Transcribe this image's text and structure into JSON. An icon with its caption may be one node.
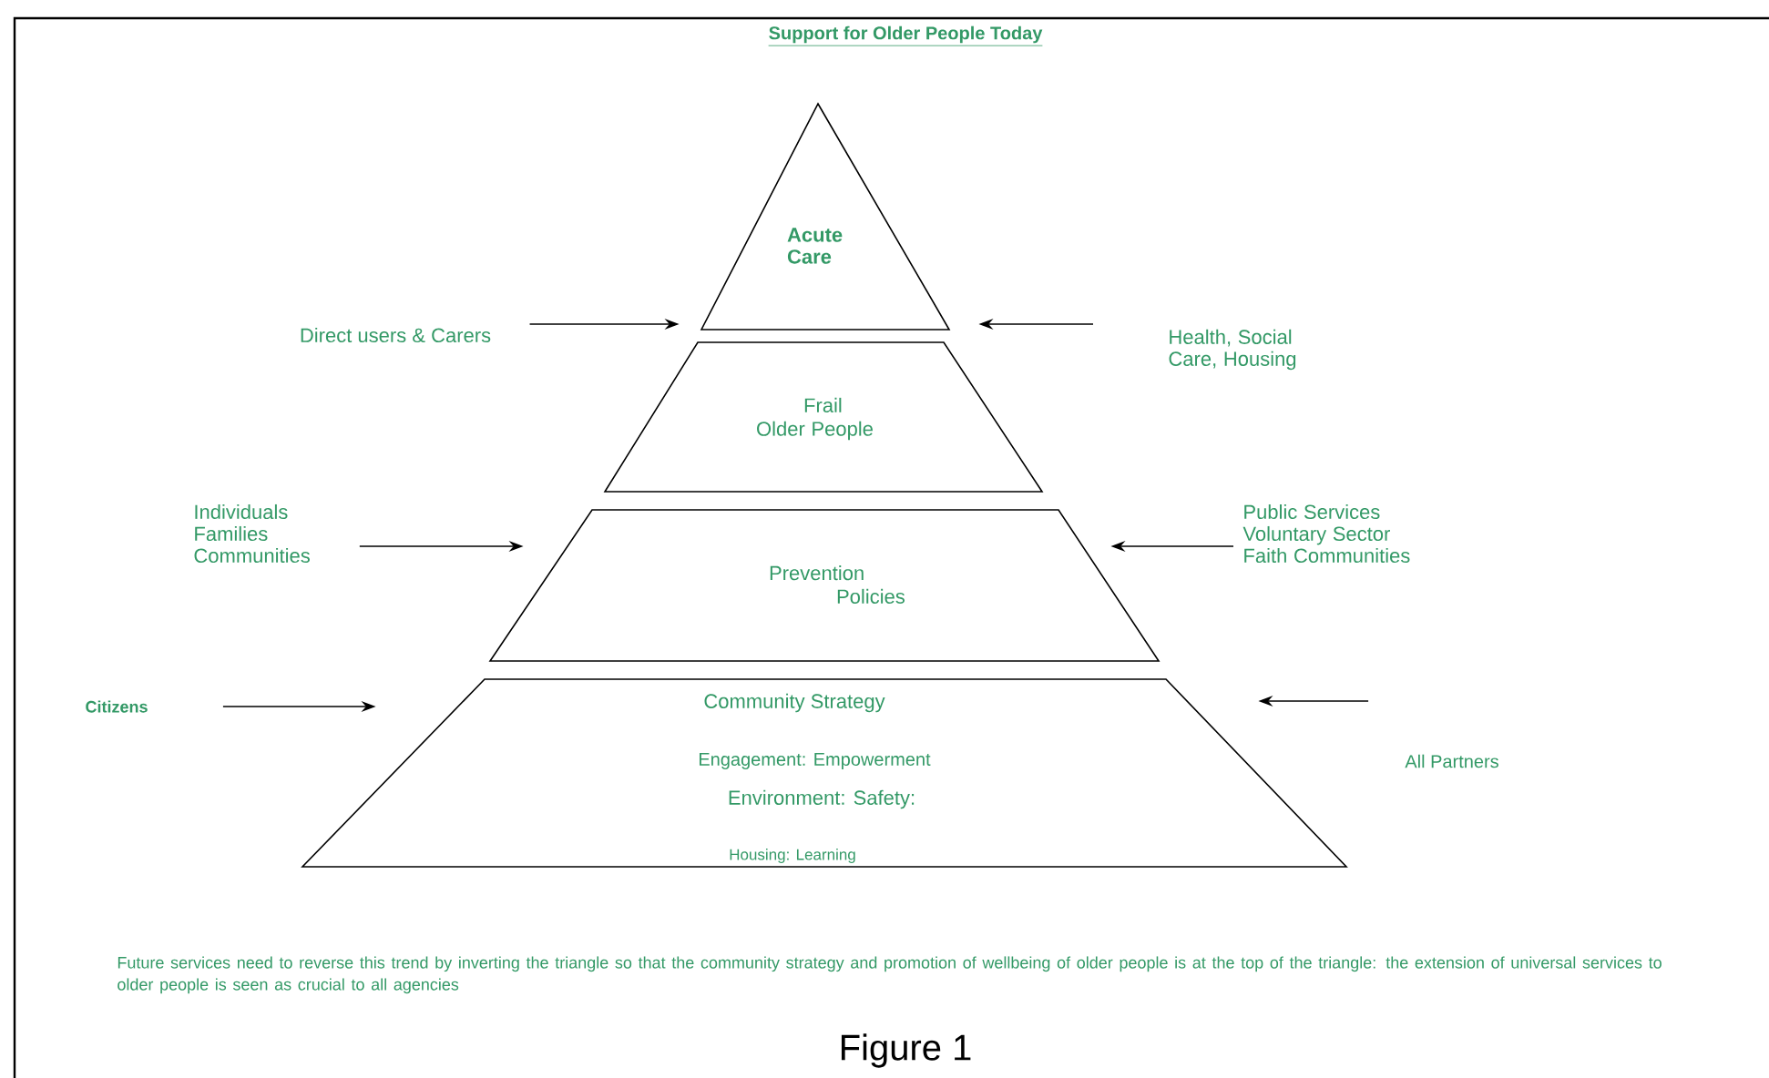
{
  "diagram": {
    "title": "Support for Older People Today",
    "caption": "Figure 1",
    "nodes": [
      {
        "text": [
          "Acute Care"
        ]
      },
      {
        "text": [
          "Frail Older People"
        ]
      },
      {
        "text": [
          "Prevention Policies"
        ]
      },
      {
        "text": [
          "Community Strategy",
          "Engagement: Empowerment",
          "Environment: Safety:",
          "Housing: Learning"
        ]
      },
      {
        "text": [
          "Direct users & Carers"
        ]
      },
      {
        "text": [
          "Health, Social Care, Housing"
        ]
      },
      {
        "text": [
          "Individuals Families Communities"
        ]
      },
      {
        "text": [
          "Public Services Voluntary Sector Faith Communities"
        ]
      },
      {
        "text": [
          "Citizens"
        ]
      },
      {
        "text": [
          "All Partners"
        ]
      }
    ],
    "edges": [
      {
        "from": 4,
        "to": 0,
        "arrow": "to"
      },
      {
        "from": 5,
        "to": 0,
        "arrow": "to"
      },
      {
        "from": 6,
        "to": 2,
        "arrow": "to"
      },
      {
        "from": 7,
        "to": 2,
        "arrow": "to"
      },
      {
        "from": 8,
        "to": 3,
        "arrow": "to"
      },
      {
        "from": 9,
        "to": 3,
        "arrow": "to"
      }
    ],
    "labels": [
      "Future services need to reverse this trend by inverting the triangle so that the community strategy and promotion of wellbeing of older people is at the top of the triangle: the extension of universal services to older people is seen as crucial to all agencies"
    ]
  }
}
